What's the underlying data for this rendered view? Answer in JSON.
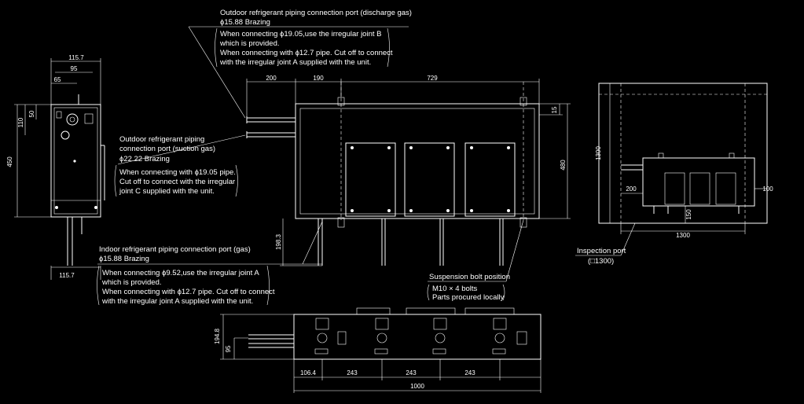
{
  "notes": {
    "discharge": {
      "title": "Outdoor refrigerant piping connection port (discharge gas)",
      "size": "ϕ15.88 Brazing",
      "l1": "When connecting ϕ19.05,use the irregular joint B",
      "l2": "which is provided.",
      "l3": "When connecting with ϕ12.7 pipe. Cut off to connect",
      "l4": "with the irregular joint A supplied with the unit."
    },
    "suction": {
      "title1": "Outdoor refrigerant piping",
      "title2": "connection port (suction gas)",
      "size": "ϕ22.22 Brazing",
      "l1": "When connecting with ϕ19.05 pipe.",
      "l2": "Cut off to connect with the irregular",
      "l3": "joint C supplied with the unit."
    },
    "indoor": {
      "title": "Indoor refrigerant piping connection port (gas)",
      "size": "ϕ15.88 Brazing",
      "l1": "When connecting ϕ9.52,use the irregular joint A",
      "l2": "which is provided.",
      "l3": "When connecting with ϕ12.7 pipe. Cut off to connect",
      "l4": "with the irregular joint A supplied with the unit."
    },
    "suspension": {
      "title": "Suspension bolt position",
      "l1": "M10 × 4 bolts",
      "l2": "Parts procured locally"
    },
    "inspection": {
      "title": "Inspection port",
      "size": "(□1300)"
    }
  },
  "dims": {
    "side_115_top": "115.7",
    "side_95": "95",
    "side_65": "65",
    "side_50": "50",
    "side_110": "110",
    "side_450": "450",
    "side_115_bottom": "115.7",
    "top_200": "200",
    "top_190": "190",
    "top_729": "729",
    "right_15": "15",
    "right_480": "480",
    "left_198": "198.3",
    "insp_1300_v": "1300",
    "insp_200": "200",
    "insp_100": "100",
    "insp_150": "150",
    "insp_1300_h": "1300",
    "bot_194": "194.8",
    "bot_95": "95",
    "bot_106": "106.4",
    "bot_243a": "243",
    "bot_243b": "243",
    "bot_243c": "243",
    "bot_1000": "1000"
  }
}
